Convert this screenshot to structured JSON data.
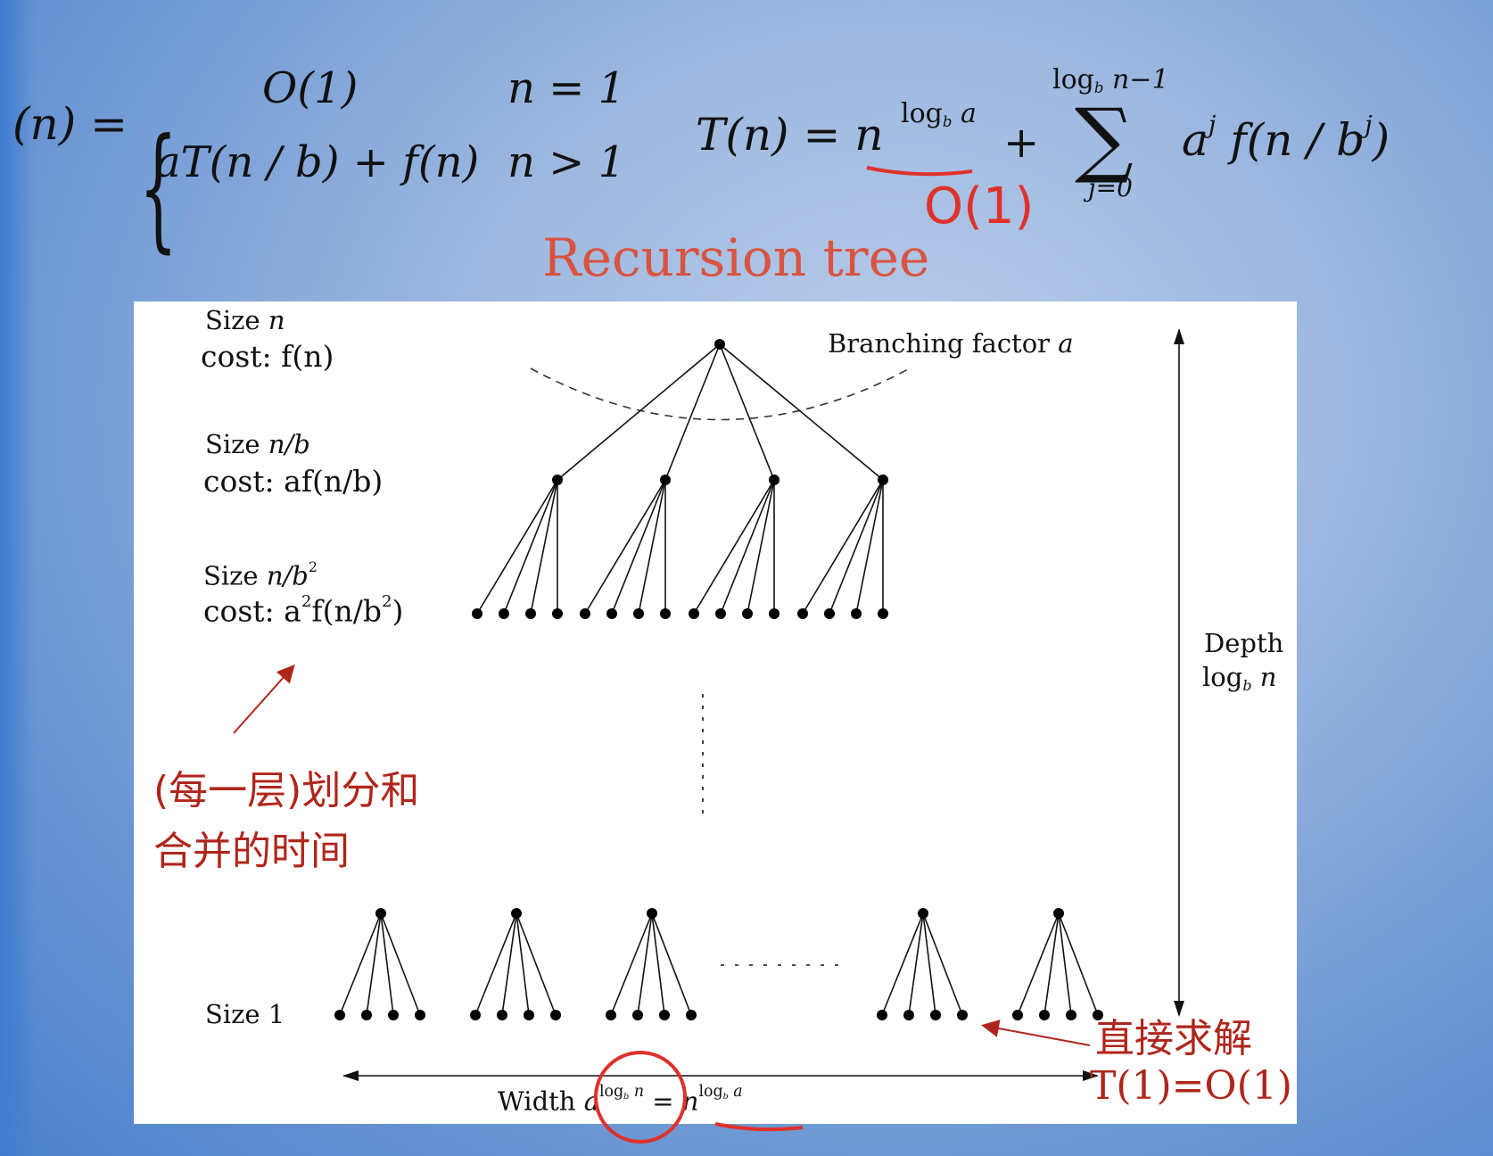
{
  "formula_left": {
    "lhs": "(n) =",
    "case1_expr": "O(1)",
    "case1_cond": "n = 1",
    "case2_expr": "aT(n / b) + f(n)",
    "case2_cond": "n > 1"
  },
  "formula_right": {
    "lhs": "T(n) = n",
    "exponent": "log",
    "exponent_sub": "b",
    "exponent_var": "a",
    "plus": "+",
    "sum_upper": "log",
    "sum_upper_sub": "b",
    "sum_upper_rest": "n−1",
    "sum_lower": "j=0",
    "term": "a",
    "term_sup": "j",
    "term_rest": "f(n / b",
    "term_sup2": "j",
    "term_close": ")"
  },
  "handwritten": {
    "o1_note": "O(1)"
  },
  "title": "Recursion tree",
  "diagram": {
    "branching_label": "Branching factor",
    "branching_var": "a",
    "levels": [
      {
        "size_label": "Size",
        "size_var": "n",
        "cost_label": "cost: f(n)"
      },
      {
        "size_label": "Size",
        "size_var": "n/b",
        "cost_label": "cost: af(n/b)"
      },
      {
        "size_label": "Size",
        "size_var": "n/b",
        "size_sup": "2",
        "cost_prefix": "cost: a",
        "cost_sup": "2",
        "cost_mid": "f(n/b",
        "cost_sup2": "2",
        "cost_end": ")"
      },
      {
        "size_label": "Size 1"
      }
    ],
    "depth_label": "Depth",
    "depth_formula": "log",
    "depth_sub": "b",
    "depth_var": "n",
    "width_label": "Width",
    "width_base": "a",
    "width_exp": "log",
    "width_exp_sub": "b",
    "width_exp_var": "n",
    "width_eq": "=",
    "width_rhs": "n",
    "width_rhs_exp": "log",
    "width_rhs_exp_sub": "b",
    "width_rhs_exp_var": "a"
  },
  "annotations": {
    "per_level_line1": "(每一层)划分和",
    "per_level_line2": "合并的时间",
    "leaf_line1": "直接求解",
    "leaf_line2": "T(1)=O(1)"
  },
  "colors": {
    "title": "#d9533f",
    "annotation": "#b0251b",
    "handwriting": "#e0302a"
  }
}
